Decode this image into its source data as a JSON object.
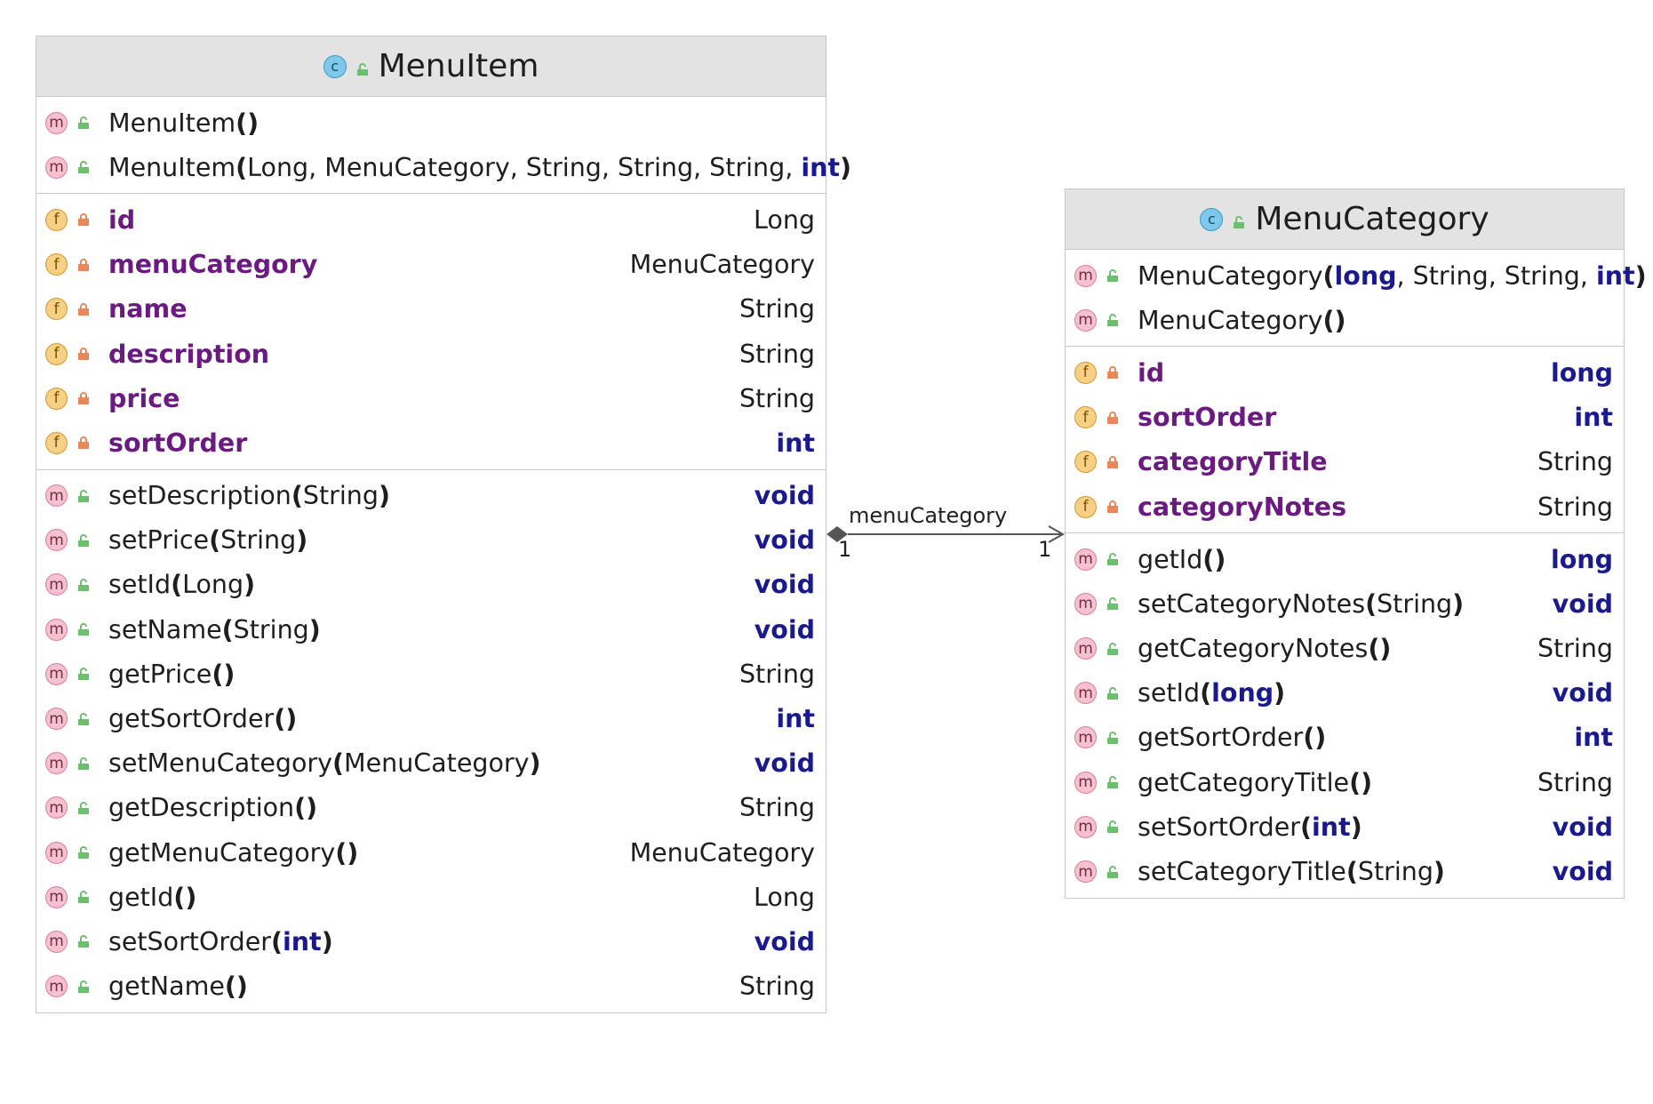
{
  "classes": [
    {
      "name": "MenuItem",
      "constructors": [
        {
          "sig": "MenuItem()",
          "params": [
            {
              "t": "MenuItem",
              "k": "n"
            },
            {
              "t": "()",
              "k": "b"
            }
          ]
        },
        {
          "sig": "MenuItem(Long, MenuCategory, String, String, String, int)",
          "params": [
            {
              "t": "MenuItem",
              "k": "n"
            },
            {
              "t": "(",
              "k": "b"
            },
            {
              "t": "Long, MenuCategory, String, String, String, ",
              "k": "n"
            },
            {
              "t": "int",
              "k": "kw"
            },
            {
              "t": ")",
              "k": "b"
            }
          ]
        }
      ],
      "fields": [
        {
          "name": "id",
          "type": "Long",
          "type_kw": false
        },
        {
          "name": "menuCategory",
          "type": "MenuCategory",
          "type_kw": false
        },
        {
          "name": "name",
          "type": "String",
          "type_kw": false
        },
        {
          "name": "description",
          "type": "String",
          "type_kw": false
        },
        {
          "name": "price",
          "type": "String",
          "type_kw": false
        },
        {
          "name": "sortOrder",
          "type": "int",
          "type_kw": true
        }
      ],
      "methods": [
        {
          "parts": [
            {
              "t": "setDescription",
              "k": "n"
            },
            {
              "t": "(",
              "k": "b"
            },
            {
              "t": "String",
              "k": "n"
            },
            {
              "t": ")",
              "k": "b"
            }
          ],
          "ret": "void",
          "ret_kw": true
        },
        {
          "parts": [
            {
              "t": "setPrice",
              "k": "n"
            },
            {
              "t": "(",
              "k": "b"
            },
            {
              "t": "String",
              "k": "n"
            },
            {
              "t": ")",
              "k": "b"
            }
          ],
          "ret": "void",
          "ret_kw": true
        },
        {
          "parts": [
            {
              "t": "setId",
              "k": "n"
            },
            {
              "t": "(",
              "k": "b"
            },
            {
              "t": "Long",
              "k": "n"
            },
            {
              "t": ")",
              "k": "b"
            }
          ],
          "ret": "void",
          "ret_kw": true
        },
        {
          "parts": [
            {
              "t": "setName",
              "k": "n"
            },
            {
              "t": "(",
              "k": "b"
            },
            {
              "t": "String",
              "k": "n"
            },
            {
              "t": ")",
              "k": "b"
            }
          ],
          "ret": "void",
          "ret_kw": true
        },
        {
          "parts": [
            {
              "t": "getPrice",
              "k": "n"
            },
            {
              "t": "()",
              "k": "b"
            }
          ],
          "ret": "String",
          "ret_kw": false
        },
        {
          "parts": [
            {
              "t": "getSortOrder",
              "k": "n"
            },
            {
              "t": "()",
              "k": "b"
            }
          ],
          "ret": "int",
          "ret_kw": true
        },
        {
          "parts": [
            {
              "t": "setMenuCategory",
              "k": "n"
            },
            {
              "t": "(",
              "k": "b"
            },
            {
              "t": "MenuCategory",
              "k": "n"
            },
            {
              "t": ")",
              "k": "b"
            }
          ],
          "ret": "void",
          "ret_kw": true
        },
        {
          "parts": [
            {
              "t": "getDescription",
              "k": "n"
            },
            {
              "t": "()",
              "k": "b"
            }
          ],
          "ret": "String",
          "ret_kw": false
        },
        {
          "parts": [
            {
              "t": "getMenuCategory",
              "k": "n"
            },
            {
              "t": "()",
              "k": "b"
            }
          ],
          "ret": "MenuCategory",
          "ret_kw": false
        },
        {
          "parts": [
            {
              "t": "getId",
              "k": "n"
            },
            {
              "t": "()",
              "k": "b"
            }
          ],
          "ret": "Long",
          "ret_kw": false
        },
        {
          "parts": [
            {
              "t": "setSortOrder",
              "k": "n"
            },
            {
              "t": "(",
              "k": "b"
            },
            {
              "t": "int",
              "k": "kw"
            },
            {
              "t": ")",
              "k": "b"
            }
          ],
          "ret": "void",
          "ret_kw": true
        },
        {
          "parts": [
            {
              "t": "getName",
              "k": "n"
            },
            {
              "t": "()",
              "k": "b"
            }
          ],
          "ret": "String",
          "ret_kw": false
        }
      ]
    },
    {
      "name": "MenuCategory",
      "constructors": [
        {
          "sig": "MenuCategory(long, String, String, int)",
          "params": [
            {
              "t": "MenuCategory",
              "k": "n"
            },
            {
              "t": "(",
              "k": "b"
            },
            {
              "t": "long",
              "k": "kw"
            },
            {
              "t": ", String, String, ",
              "k": "n"
            },
            {
              "t": "int",
              "k": "kw"
            },
            {
              "t": ")",
              "k": "b"
            }
          ]
        },
        {
          "sig": "MenuCategory()",
          "params": [
            {
              "t": "MenuCategory",
              "k": "n"
            },
            {
              "t": "()",
              "k": "b"
            }
          ]
        }
      ],
      "fields": [
        {
          "name": "id",
          "type": "long",
          "type_kw": true
        },
        {
          "name": "sortOrder",
          "type": "int",
          "type_kw": true
        },
        {
          "name": "categoryTitle",
          "type": "String",
          "type_kw": false
        },
        {
          "name": "categoryNotes",
          "type": "String",
          "type_kw": false
        }
      ],
      "methods": [
        {
          "parts": [
            {
              "t": "getId",
              "k": "n"
            },
            {
              "t": "()",
              "k": "b"
            }
          ],
          "ret": "long",
          "ret_kw": true
        },
        {
          "parts": [
            {
              "t": "setCategoryNotes",
              "k": "n"
            },
            {
              "t": "(",
              "k": "b"
            },
            {
              "t": "String",
              "k": "n"
            },
            {
              "t": ")",
              "k": "b"
            }
          ],
          "ret": "void",
          "ret_kw": true
        },
        {
          "parts": [
            {
              "t": "getCategoryNotes",
              "k": "n"
            },
            {
              "t": "()",
              "k": "b"
            }
          ],
          "ret": "String",
          "ret_kw": false
        },
        {
          "parts": [
            {
              "t": "setId",
              "k": "n"
            },
            {
              "t": "(",
              "k": "b"
            },
            {
              "t": "long",
              "k": "kw"
            },
            {
              "t": ")",
              "k": "b"
            }
          ],
          "ret": "void",
          "ret_kw": true
        },
        {
          "parts": [
            {
              "t": "getSortOrder",
              "k": "n"
            },
            {
              "t": "()",
              "k": "b"
            }
          ],
          "ret": "int",
          "ret_kw": true
        },
        {
          "parts": [
            {
              "t": "getCategoryTitle",
              "k": "n"
            },
            {
              "t": "()",
              "k": "b"
            }
          ],
          "ret": "String",
          "ret_kw": false
        },
        {
          "parts": [
            {
              "t": "setSortOrder",
              "k": "n"
            },
            {
              "t": "(",
              "k": "b"
            },
            {
              "t": "int",
              "k": "kw"
            },
            {
              "t": ")",
              "k": "b"
            }
          ],
          "ret": "void",
          "ret_kw": true
        },
        {
          "parts": [
            {
              "t": "setCategoryTitle",
              "k": "n"
            },
            {
              "t": "(",
              "k": "b"
            },
            {
              "t": "String",
              "k": "n"
            },
            {
              "t": ")",
              "k": "b"
            }
          ],
          "ret": "void",
          "ret_kw": true
        }
      ]
    }
  ],
  "association": {
    "label": "menuCategory",
    "source_multiplicity": "1",
    "target_multiplicity": "1"
  },
  "colors": {
    "field_name": "#6b1b7f",
    "keyword": "#1a1a8c",
    "header_bg": "#e3e3e3",
    "border": "#c8c8c8"
  },
  "icons": {
    "class": "class-icon",
    "method": "method-icon",
    "field": "field-icon",
    "public": "public-visibility-icon",
    "private": "private-lock-icon"
  }
}
